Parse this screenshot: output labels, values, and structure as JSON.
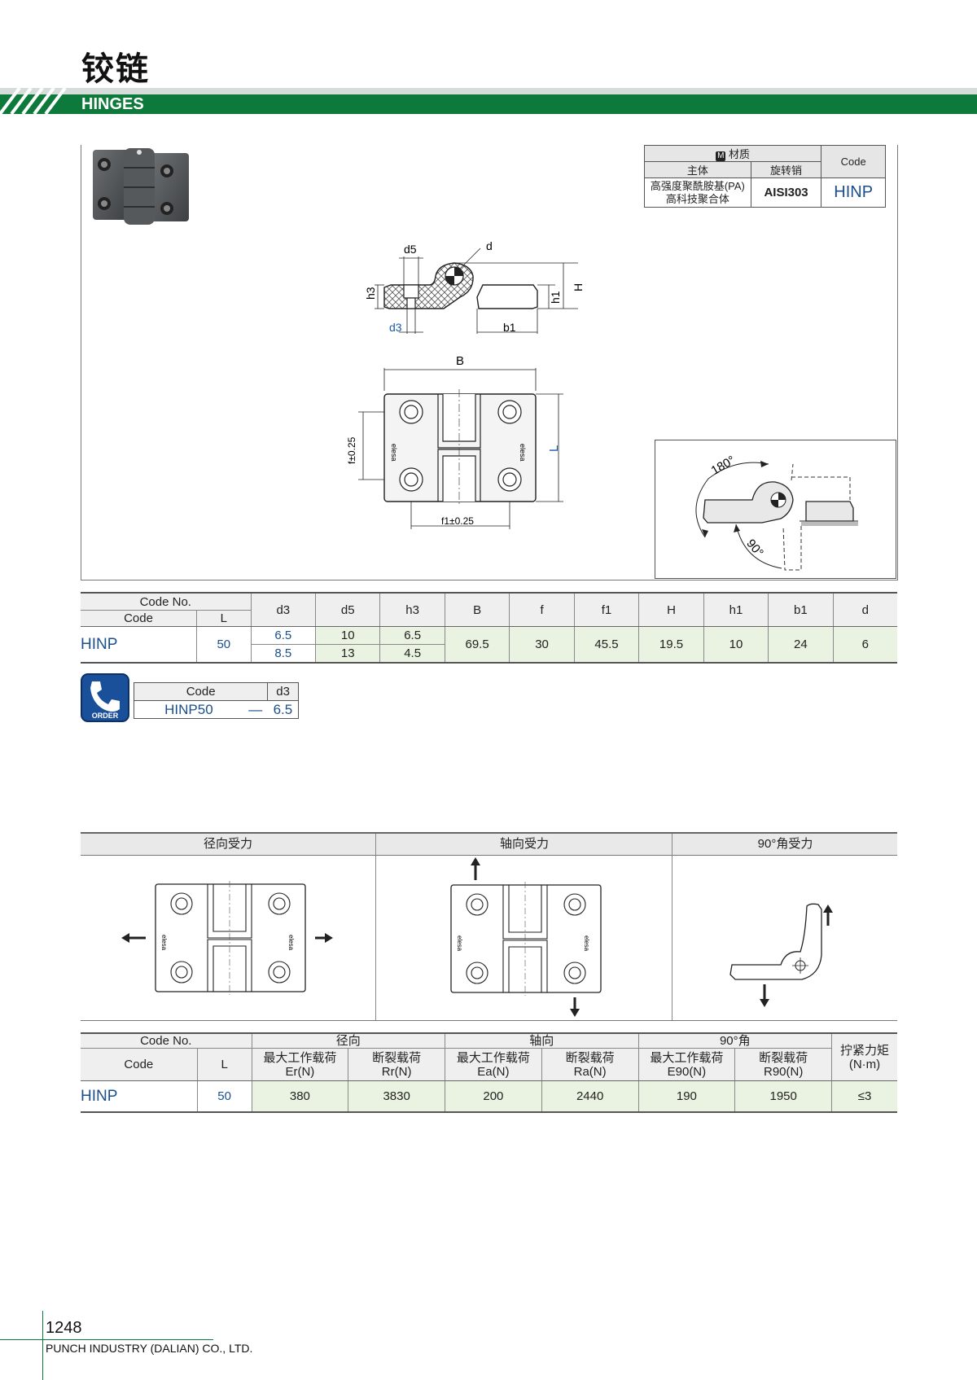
{
  "header": {
    "title_cn": "铰链",
    "title_en": "HINGES"
  },
  "material": {
    "label_m": "M",
    "label": "材质",
    "body_label": "主体",
    "pin_label": "旋转销",
    "code_label": "Code",
    "body_value_1": "高强度聚酰胺基(PA)",
    "body_value_2": "高科技聚合体",
    "pin_value": "AISI303",
    "code_value": "HINP"
  },
  "drawing_labels": {
    "d5": "d5",
    "d": "d",
    "h3": "h3",
    "h1": "h1",
    "H": "H",
    "d3": "d3",
    "b1": "b1",
    "B": "B",
    "L": "L",
    "f": "f±0.25",
    "f1": "f1±0.25",
    "angle180": "180°",
    "angle90": "90°",
    "logo": "elesa"
  },
  "dim_table": {
    "code_no": "Code No.",
    "code": "Code",
    "L": "L",
    "columns": [
      "d3",
      "d5",
      "h3",
      "B",
      "f",
      "f1",
      "H",
      "h1",
      "b1",
      "d"
    ],
    "row": {
      "code": "HINP",
      "L": "50",
      "d3": [
        "6.5",
        "8.5"
      ],
      "d5": [
        "10",
        "13"
      ],
      "h3": [
        "6.5",
        "4.5"
      ],
      "B": "69.5",
      "f": "30",
      "f1": "45.5",
      "H": "19.5",
      "h1": "10",
      "b1": "24",
      "d": "6"
    }
  },
  "order": {
    "icon_text": "ORDER",
    "col_code": "Code",
    "col_d3": "d3",
    "code": "HINP50",
    "dash": "—",
    "d3": "6.5"
  },
  "load_section": {
    "radial": "径向受力",
    "axial": "轴向受力",
    "angle90": "90°角受力"
  },
  "load_table": {
    "code_no": "Code No.",
    "code": "Code",
    "L": "L",
    "radial": "径向",
    "axial": "轴向",
    "angle90": "90°角",
    "torque_1": "拧紧力矩",
    "torque_2": "(N·m)",
    "max_load": "最大工作载荷",
    "break_load": "断裂载荷",
    "er": "Er(N)",
    "rr": "Rr(N)",
    "ea": "Ea(N)",
    "ra": "Ra(N)",
    "e90": "E90(N)",
    "r90": "R90(N)",
    "row": {
      "code": "HINP",
      "L": "50",
      "er": "380",
      "rr": "3830",
      "ea": "200",
      "ra": "2440",
      "e90": "190",
      "r90": "1950",
      "torque": "≤3"
    }
  },
  "footer": {
    "page": "1248",
    "company": "PUNCH INDUSTRY (DALIAN) CO., LTD."
  }
}
